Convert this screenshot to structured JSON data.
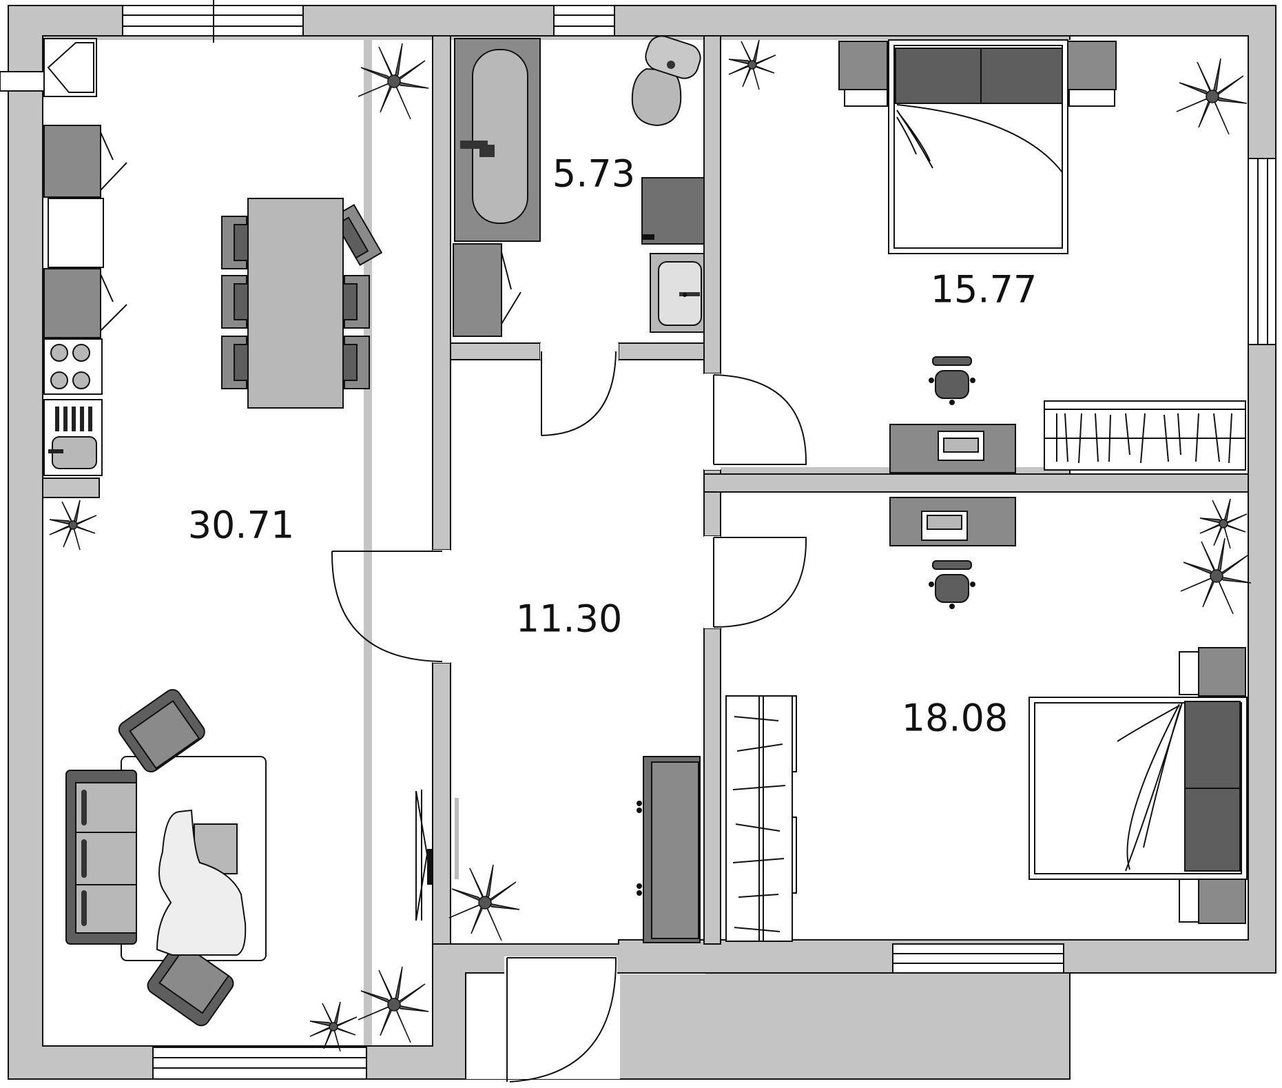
{
  "rooms": [
    {
      "id": "living-kitchen",
      "area": "30.71"
    },
    {
      "id": "bathroom",
      "area": "5.73"
    },
    {
      "id": "hallway",
      "area": "11.30"
    },
    {
      "id": "bedroom-1",
      "area": "15.77"
    },
    {
      "id": "bedroom-2",
      "area": "18.08"
    }
  ],
  "colors": {
    "wall": "#c4c4c4",
    "furniture_dark": "#5e5e5e",
    "furniture_mid": "#8a8a8a",
    "furniture_light": "#b8b8b8",
    "background": "#ffffff"
  }
}
